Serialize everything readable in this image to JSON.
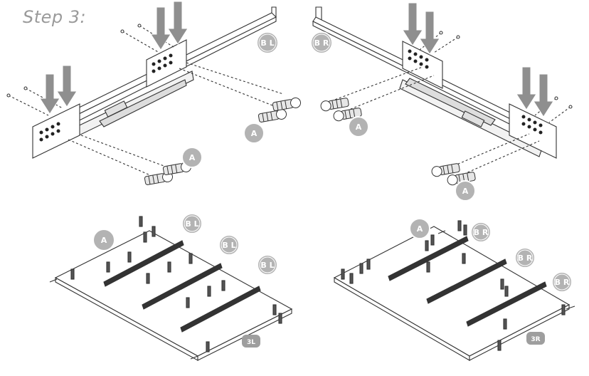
{
  "step_title": "Step 3:",
  "labels": {
    "bl": "B L",
    "br": "B R",
    "a": "A",
    "panel_left": "3L",
    "panel_right": "3R"
  },
  "colors": {
    "line": "#333333",
    "arrow": "#8f8f8f",
    "badge_fill": "#b3b3b3",
    "badge_ring": "#ffffff",
    "panel_tag_fill": "#9e9e9e",
    "text_grey": "#9a9a9a"
  }
}
